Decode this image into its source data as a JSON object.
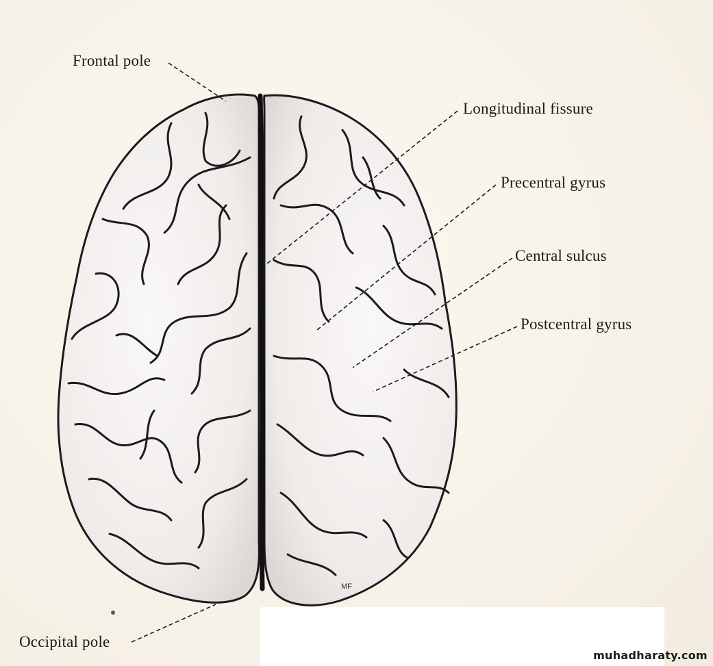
{
  "labels": {
    "frontal_pole": "Frontal pole",
    "longitudinal_fissure": "Longitudinal fissure",
    "precentral_gyrus": "Precentral gyrus",
    "central_sulcus": "Central sulcus",
    "postcentral_gyrus": "Postcentral gyrus",
    "occipital_pole": "Occipital pole"
  },
  "artist_initials": "MF",
  "watermark": "muhadharaty.com",
  "colors": {
    "background": "#f7f3ea",
    "brain_fill": "#f3f0ee",
    "brain_outline": "#1d1b1b",
    "leader_line": "#1b1b1b"
  }
}
